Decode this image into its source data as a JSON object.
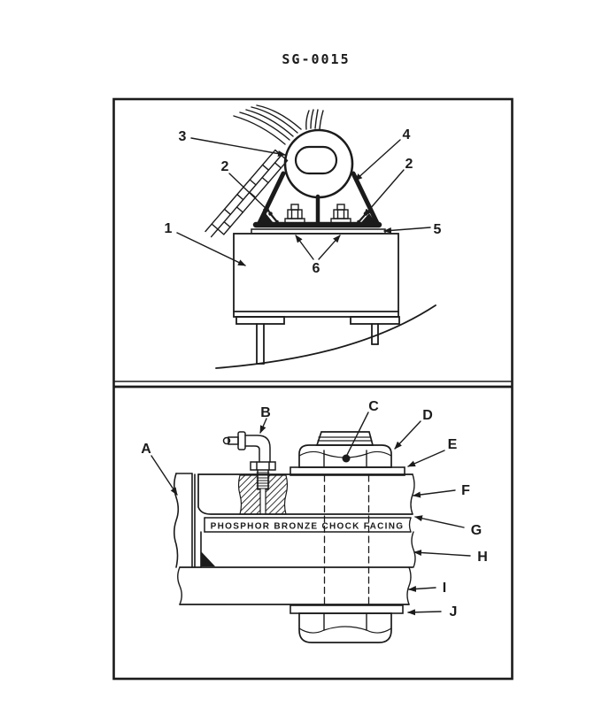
{
  "title": "SG-0015",
  "top_panel": {
    "callouts": {
      "c1": "1",
      "c2_left": "2",
      "c2_right": "2",
      "c3": "3",
      "c4": "4",
      "c5": "5",
      "c6": "6"
    }
  },
  "bottom_panel": {
    "callouts": {
      "a": "A",
      "b": "B",
      "c": "C",
      "d": "D",
      "e": "E",
      "f": "F",
      "g": "G",
      "h": "H",
      "i": "I",
      "j": "J"
    },
    "chock_facing_label": "PHOSPHOR BRONZE CHOCK FACING"
  },
  "colors": {
    "ink": "#1b1b1b",
    "paper": "#ffffff"
  }
}
